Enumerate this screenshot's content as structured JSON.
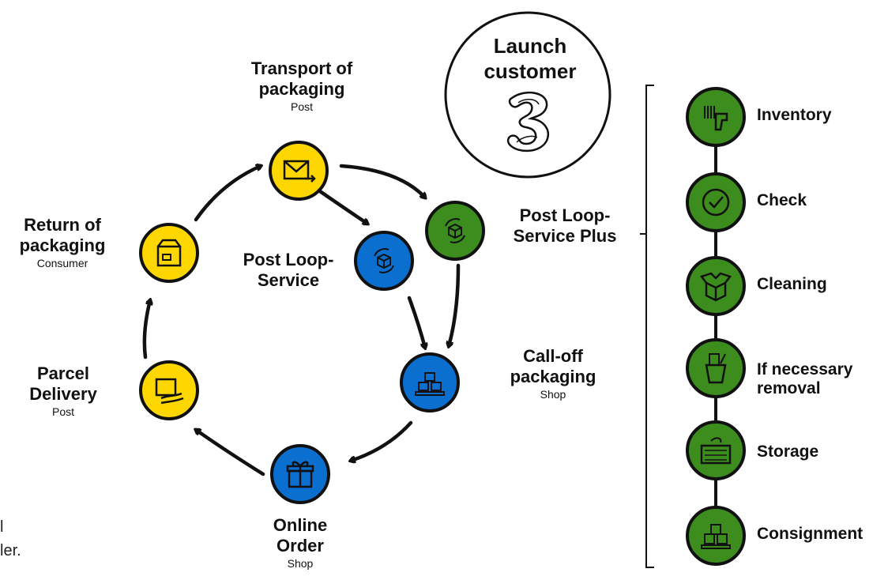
{
  "launch": {
    "line1": "Launch",
    "line2": "customer"
  },
  "edge_text": {
    "line1": "l",
    "line2": "ler."
  },
  "cycle": {
    "transport": {
      "title1": "Transport of",
      "title2": "packaging",
      "sub": "Post"
    },
    "service_plus": {
      "title1": "Post Loop-",
      "title2": "Service Plus"
    },
    "service": {
      "title1": "Post Loop-",
      "title2": "Service"
    },
    "return": {
      "title1": "Return of",
      "title2": "packaging",
      "sub": "Consumer"
    },
    "calloff": {
      "title1": "Call-off",
      "title2": "packaging",
      "sub": "Shop"
    },
    "parcel": {
      "title1": "Parcel",
      "title2": "Delivery",
      "sub": "Post"
    },
    "order": {
      "title1": "Online",
      "title2": "Order",
      "sub": "Shop"
    }
  },
  "steps": [
    {
      "label": "Inventory",
      "icon": "barcode-scanner-icon"
    },
    {
      "label": "Check",
      "icon": "checkmark-icon"
    },
    {
      "label": "Cleaning",
      "icon": "open-box-icon"
    },
    {
      "label1": "If necessary",
      "label2": "removal",
      "icon": "bin-icon"
    },
    {
      "label": "Storage",
      "icon": "warehouse-icon"
    },
    {
      "label": "Consignment",
      "icon": "pallet-icon"
    }
  ],
  "colors": {
    "yellow": "#FFD700",
    "blue": "#0B6FD0",
    "green": "#3C8C1E",
    "outline": "#111111"
  }
}
